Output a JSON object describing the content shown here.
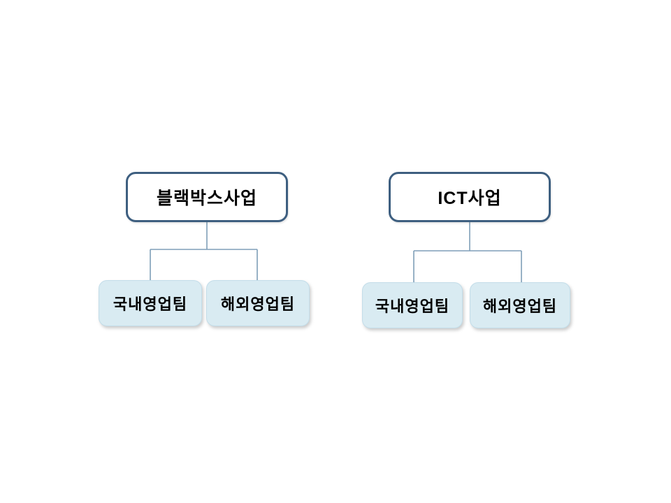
{
  "page": {
    "background_color": "#FFFFFF",
    "type": "organization-chart-slide"
  },
  "colors": {
    "parent_box_border": "#3E5F80",
    "parent_box_fill": "#FFFFFF",
    "child_box_fill": "#D9EBF2",
    "child_box_border": "#C3DDE9",
    "connector_line": "#7E9EB8",
    "text": "#000000"
  },
  "trees": [
    {
      "id": "blackbox-business",
      "parent": {
        "label": "블랙박스사업"
      },
      "children": [
        {
          "label": "국내영업팀"
        },
        {
          "label": "해외영업팀"
        }
      ]
    },
    {
      "id": "ict-business",
      "parent": {
        "label": "ICT사업"
      },
      "children": [
        {
          "label": "국내영업팀"
        },
        {
          "label": "해외영업팀"
        }
      ]
    }
  ]
}
